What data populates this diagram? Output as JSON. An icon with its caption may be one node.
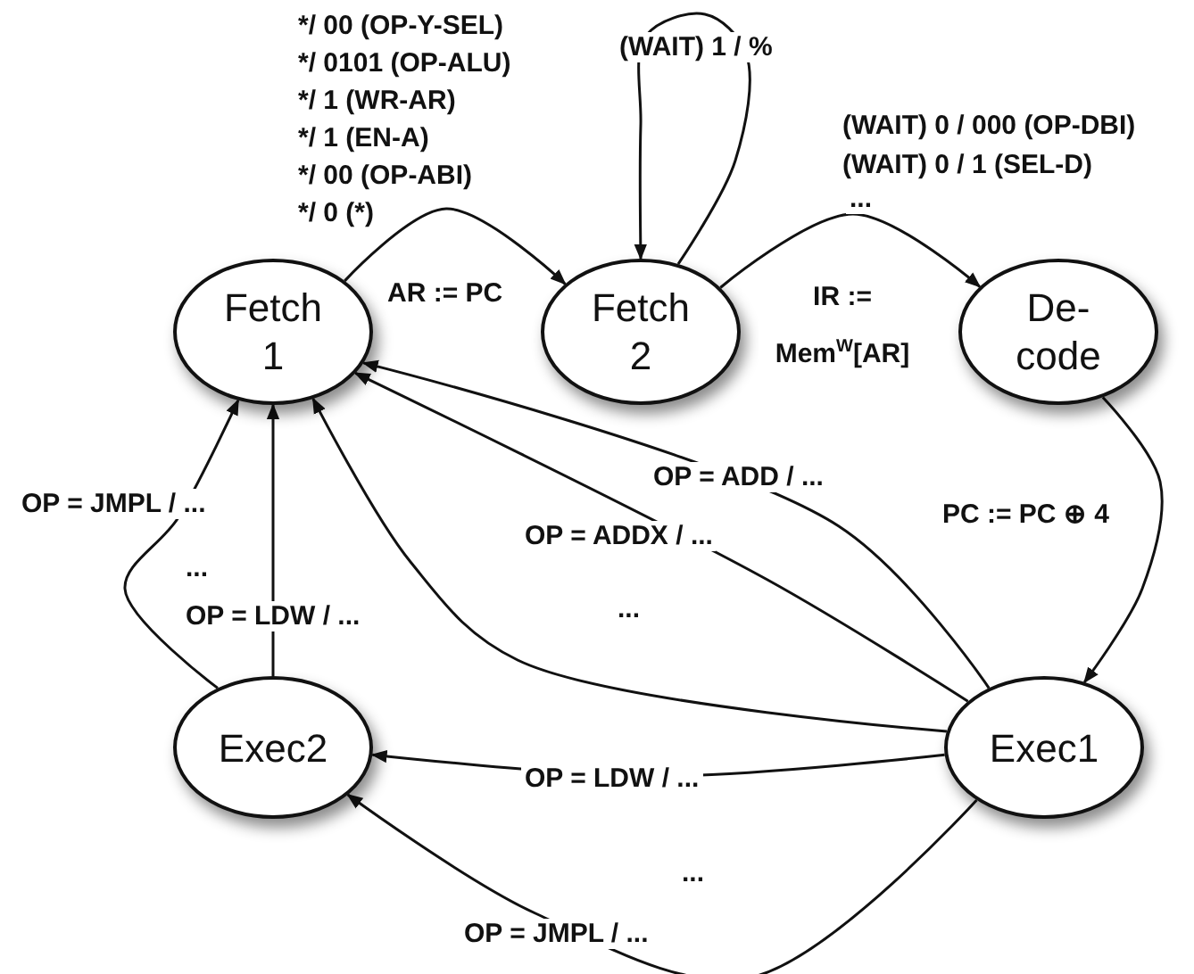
{
  "diagram": {
    "nodes": [
      {
        "text": [
          "Fetch 1"
        ]
      },
      {
        "text": [
          "Fetch 2"
        ]
      },
      {
        "text": [
          "De- code"
        ]
      },
      {
        "text": [
          "Exec2"
        ]
      },
      {
        "text": [
          "Exec1"
        ]
      }
    ],
    "edges": [
      {
        "from": 0,
        "to": 1,
        "arrow": "to",
        "label": "AR := PC"
      },
      {
        "from": 1,
        "to": 1,
        "arrow": "to",
        "label": "(WAIT)  1 / %"
      },
      {
        "from": 1,
        "to": 2,
        "arrow": "to",
        "label": "IR := Mem$^{W}$[AR]"
      },
      {
        "from": 2,
        "to": 4,
        "arrow": "to",
        "label": "PC := PC ⊕ 4"
      },
      {
        "from": 4,
        "to": 0,
        "arrow": "to",
        "label": "OP = ADD / ..."
      },
      {
        "from": 4,
        "to": 0,
        "arrow": "to",
        "label": "OP = ADDX / ..."
      },
      {
        "from": 4,
        "to": 0,
        "arrow": "to"
      },
      {
        "from": 3,
        "to": 0,
        "arrow": "to",
        "label": "OP = JMPL / ..."
      },
      {
        "from": 3,
        "to": 0,
        "arrow": "to",
        "label": "OP = LDW / ..."
      },
      {
        "from": 4,
        "to": 3,
        "arrow": "to",
        "label": "OP = LDW / ..."
      },
      {
        "from": 4,
        "to": 3,
        "arrow": "to",
        "label": "OP = JMPL / ..."
      }
    ],
    "labels": [
      "*/ 00 (OP-Y-SEL)",
      "*/ 0101 (OP-ALU)",
      "*/ 1 (WR-AR)",
      "*/ 1 (EN-A)",
      "*/ 00 (OP-ABI)",
      "*/ 0 (*)",
      "(WAIT) 0 / 000 (OP-DBI)",
      "(WAIT) 0 / 1 (SEL-D)",
      "...",
      "...",
      "...",
      "..."
    ]
  }
}
